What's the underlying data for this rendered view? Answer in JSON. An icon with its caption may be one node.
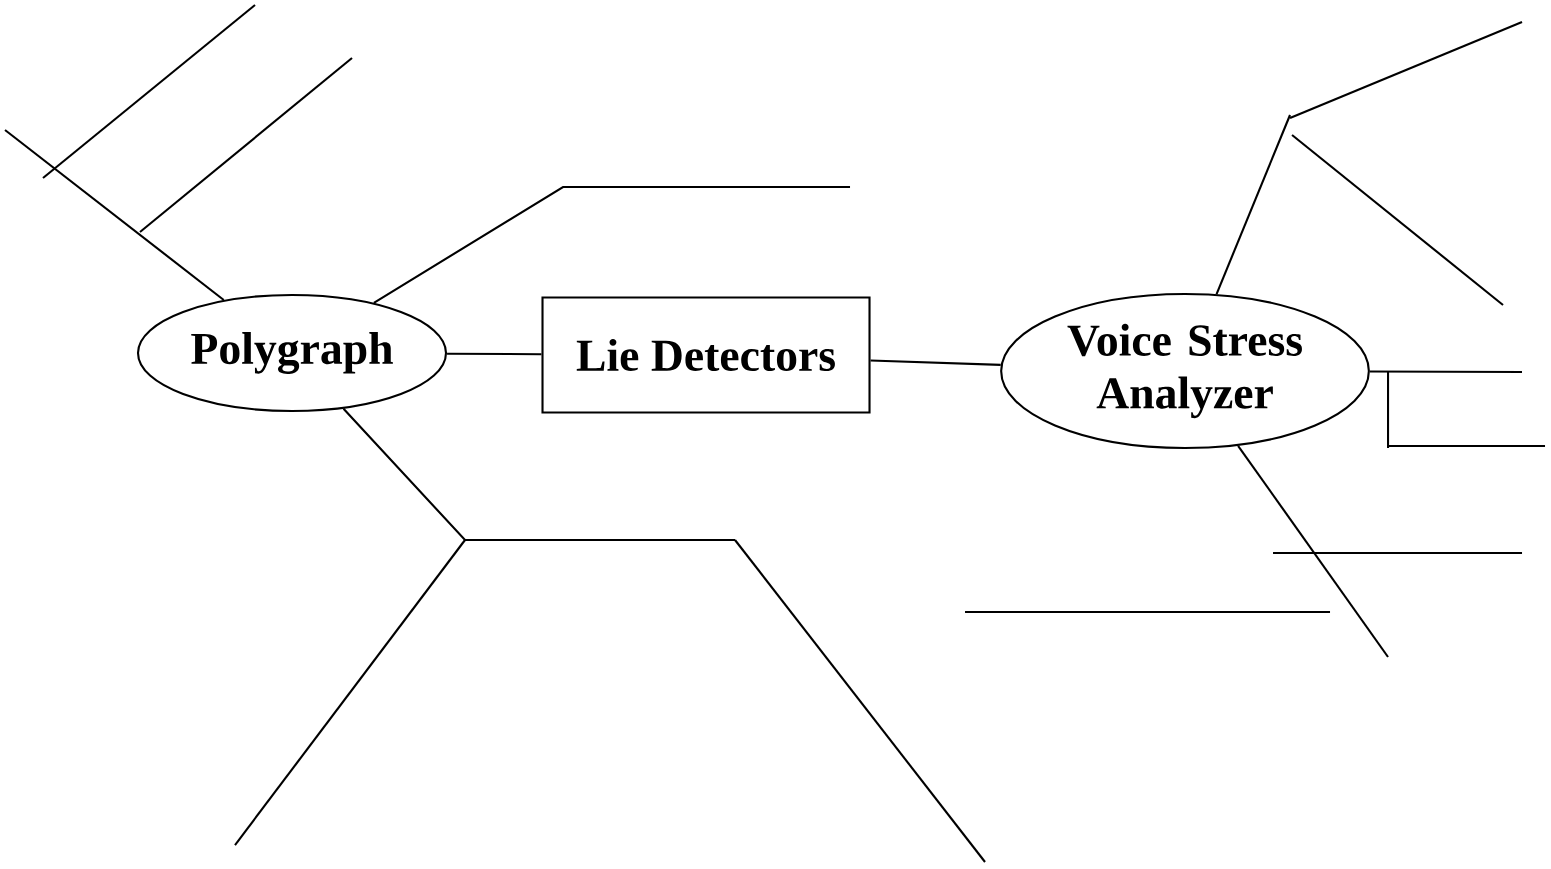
{
  "diagram": {
    "nodes": [
      {
        "text": [
          "Polygraph"
        ]
      },
      {
        "text": [
          "Lie Detectors"
        ]
      },
      {
        "text": [
          "Voice Stress Analyzer"
        ]
      }
    ],
    "edges": [
      {
        "from": 0,
        "to": 1,
        "arrow": "none"
      },
      {
        "from": 1,
        "to": 2,
        "arrow": "none"
      },
      {
        "from": 0,
        "to": null,
        "arrow": "none"
      },
      {
        "from": 0,
        "to": null,
        "arrow": "none"
      },
      {
        "from": 0,
        "to": null,
        "arrow": "none"
      },
      {
        "from": 2,
        "to": null,
        "arrow": "none"
      },
      {
        "from": 2,
        "to": null,
        "arrow": "none"
      },
      {
        "from": 2,
        "to": null,
        "arrow": "none"
      }
    ]
  }
}
